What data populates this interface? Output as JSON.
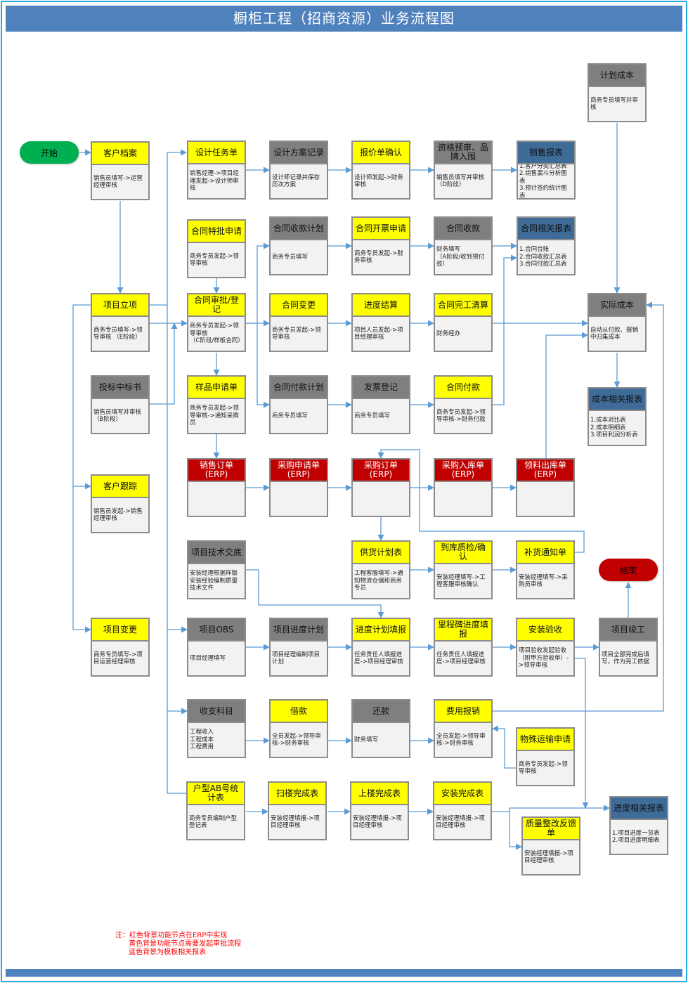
{
  "title": "橱柜工程（招商资源）业务流程图",
  "colors": {
    "yellow": "#ffff00",
    "gray": "#7f7f7f",
    "blue": "#3f6b98",
    "red": "#c00000",
    "start": "#00b050",
    "end": "#c00000",
    "connector": "#5b9bd5"
  },
  "start_label": "开始",
  "end_label": "结束",
  "nodes": [
    {
      "id": "kehu-dangan",
      "title": "客户档案",
      "body": "销售员填写->运营经理审核",
      "kind": "yellow"
    },
    {
      "id": "sheji-renwudan",
      "title": "设计任务单",
      "body": "销售经理->项目经理发起->设计师审核",
      "kind": "yellow"
    },
    {
      "id": "sheji-fangan",
      "title": "设计方案记录",
      "body": "设计师记录并保存历次方案",
      "kind": "gray"
    },
    {
      "id": "baojiadan",
      "title": "报价单确认",
      "body": "设计师发起->财务审核",
      "kind": "yellow"
    },
    {
      "id": "zige-yushen",
      "title": "资格预审、品牌入围",
      "body": "销售员填写并审核（D阶段）",
      "kind": "gray"
    },
    {
      "id": "xiaoshou-baobiao",
      "title": "销售报表",
      "body": "1.客户分类汇总表\n2.销售漏斗分析图表\n3.预计签约统计图表",
      "kind": "blue"
    },
    {
      "id": "jihua-chengben",
      "title": "计划成本",
      "body": "商务专员填写并审核",
      "kind": "gray"
    },
    {
      "id": "hetong-tepi",
      "title": "合同特批申请",
      "body": "商务专员发起->领导审核",
      "kind": "yellow"
    },
    {
      "id": "hetong-shoukuan-jihua",
      "title": "合同收款计划",
      "body": "商务专员填写",
      "kind": "gray"
    },
    {
      "id": "hetong-kaipiao",
      "title": "合同开票申请",
      "body": "商务专员发起->财务审核",
      "kind": "yellow"
    },
    {
      "id": "hetong-shoukuan",
      "title": "合同收款",
      "body": "财务填写\n（A阶段/收到预付款）",
      "kind": "gray"
    },
    {
      "id": "hetong-baobiao",
      "title": "合同相关报表",
      "body": "1.合同台账\n2.合同收款汇总表\n3.合同付款汇总表",
      "kind": "blue"
    },
    {
      "id": "xiangmu-lixiang",
      "title": "项目立项",
      "body": "商务专员填写->领导审核 （E阶段）",
      "kind": "yellow"
    },
    {
      "id": "hetong-shenpi",
      "title": "合同审批/登记",
      "body": "商务专员发起->领导审核\n（C阶段/样板合同）",
      "kind": "yellow"
    },
    {
      "id": "hetong-biangeng",
      "title": "合同变更",
      "body": "商务专员发起->领导审核",
      "kind": "yellow"
    },
    {
      "id": "jindu-jiesuan",
      "title": "进度结算",
      "body": "项目人员发起->项目经理审核",
      "kind": "yellow"
    },
    {
      "id": "hetong-wangong",
      "title": "合同完工清算",
      "body": "财务经办",
      "kind": "yellow"
    },
    {
      "id": "shiji-chengben",
      "title": "实际成本",
      "body": "自动从付款、报销中归集成本",
      "kind": "gray"
    },
    {
      "id": "toubiao",
      "title": "投标中标书",
      "body": "销售员填写并审核\n（B阶段）",
      "kind": "gray"
    },
    {
      "id": "yangpin",
      "title": "样品申请单",
      "body": "商务专员发起->领导审核->通知采购员",
      "kind": "yellow"
    },
    {
      "id": "hetong-fukuan-jihua",
      "title": "合同付款计划",
      "body": "商务专员填写",
      "kind": "gray"
    },
    {
      "id": "fapiao",
      "title": "发票登记",
      "body": "商务专员填写",
      "kind": "gray"
    },
    {
      "id": "hetong-fukuan",
      "title": "合同付款",
      "body": "商务专员发起->领导审核->财务付款",
      "kind": "yellow"
    },
    {
      "id": "chengben-baobiao",
      "title": "成本相关报表",
      "body": "1.成本对比表\n2.成本明细表\n3.项目利润分析表",
      "kind": "blue"
    },
    {
      "id": "xiaoshou-dingdan",
      "title": "销售订单\n(ERP)",
      "body": "",
      "kind": "red"
    },
    {
      "id": "caigou-shenqing",
      "title": "采购申请单\n(ERP)",
      "body": "",
      "kind": "red"
    },
    {
      "id": "caigou-dingdan",
      "title": "采购订单\n(ERP)",
      "body": "",
      "kind": "red"
    },
    {
      "id": "caigou-ruku",
      "title": "采购入库单\n(ERP)",
      "body": "",
      "kind": "red"
    },
    {
      "id": "lingliao-chuku",
      "title": "领料出库单\n(ERP)",
      "body": "",
      "kind": "red"
    },
    {
      "id": "kehu-genzong",
      "title": "客户跟踪",
      "body": "销售员发起->销售经理审核",
      "kind": "yellow"
    },
    {
      "id": "jishu-jiaodi",
      "title": "项目技术交底",
      "body": "安装经理根据样版安装经验编制质量技术文件",
      "kind": "gray"
    },
    {
      "id": "gonghuo-jihua",
      "title": "供货计划表",
      "body": "工程客服填写->通知物流仓储和商务专员",
      "kind": "yellow"
    },
    {
      "id": "daoku-zhijian",
      "title": "到库质检/确认",
      "body": "安装经理填写->工程客服审核确认",
      "kind": "yellow"
    },
    {
      "id": "buhuo-tongzhi",
      "title": "补货通知单",
      "body": "安装经理填写->采购员审核",
      "kind": "yellow"
    },
    {
      "id": "xiangmu-biangeng",
      "title": "项目变更",
      "body": "商务专员填写->项目运营经理审核",
      "kind": "yellow"
    },
    {
      "id": "xiangmu-obs",
      "title": "项目OBS",
      "body": "项目经理填写",
      "kind": "gray"
    },
    {
      "id": "jindu-jihua",
      "title": "项目进度计划",
      "body": "项目经理编制项目计划",
      "kind": "gray"
    },
    {
      "id": "jindu-tianbao",
      "title": "进度计划填报",
      "body": "任务责任人填报进度->项目经理审核",
      "kind": "yellow"
    },
    {
      "id": "lichengbei",
      "title": "里程碑进度填报",
      "body": "任务责任人填报进度->项目经理审核",
      "kind": "yellow"
    },
    {
      "id": "anzhuang-yanshou",
      "title": "安装验收",
      "body": "项目验收发起验收（附甲方验收单）->领导审核",
      "kind": "yellow"
    },
    {
      "id": "xiangmu-jungong",
      "title": "项目竣工",
      "body": "项目全部完成后填写，作为完工依据",
      "kind": "gray"
    },
    {
      "id": "shouzhi-kemu",
      "title": "收支科目",
      "body": "工程收入\n工程成本\n工程费用",
      "kind": "gray"
    },
    {
      "id": "jiekuan",
      "title": "借款",
      "body": "全员发起->领导审核->财务审核",
      "kind": "yellow"
    },
    {
      "id": "huankuan",
      "title": "还款",
      "body": "财务填写",
      "kind": "gray"
    },
    {
      "id": "feiyong-baoxiao",
      "title": "费用报销",
      "body": "全员发起->领导审核->财务审核",
      "kind": "yellow"
    },
    {
      "id": "teshu-yunshu",
      "title": "物殊运输申请",
      "body": "商务专员发起->领导审核",
      "kind": "yellow"
    },
    {
      "id": "huxing-ab",
      "title": "户型AB号统计表",
      "body": "商务专员编制户型登记表",
      "kind": "yellow"
    },
    {
      "id": "saolou",
      "title": "扫楼完成表",
      "body": "安装经理填报->项目经理审核",
      "kind": "yellow"
    },
    {
      "id": "shanglou",
      "title": "上楼完成表",
      "body": "安装经理填报->项目经理审核",
      "kind": "yellow"
    },
    {
      "id": "anzhuang-wancheng",
      "title": "安装完成表",
      "body": "安装经理填报->项目经理审核",
      "kind": "yellow"
    },
    {
      "id": "zhiliang-zhenggai",
      "title": "质量整改反馈单",
      "body": "安装经理填报->项目经理审核",
      "kind": "yellow"
    },
    {
      "id": "jindu-baobiao",
      "title": "进度相关报表",
      "body": "1.项目进度一览表\n2.项目进度明细表",
      "kind": "blue"
    }
  ],
  "note": "注：红色背景功能节点在ERP中实现\n      黄色背景功能节点需要发起审批流程\n      蓝色背景为模板相关报表"
}
